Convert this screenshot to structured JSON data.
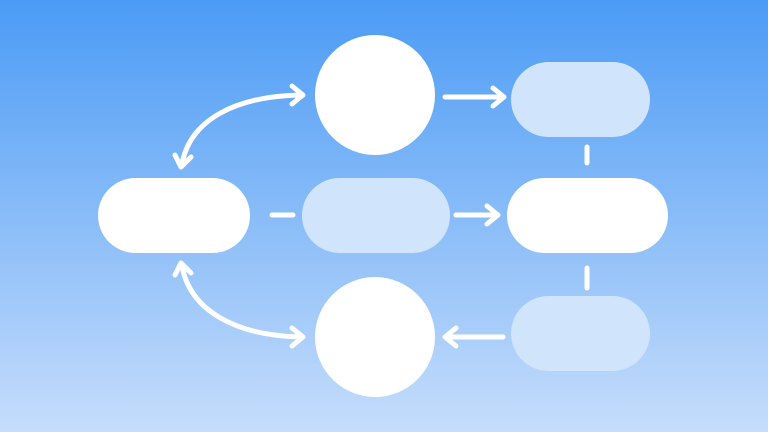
{
  "colors": {
    "background_top": "#4b9bf5",
    "background_bottom": "#c6ddfb",
    "node_primary": "#ffffff",
    "node_secondary": "#d0e4fb",
    "connector": "#ffffff"
  },
  "nodes": [
    {
      "id": "left-pill",
      "shape": "pill",
      "style": "primary"
    },
    {
      "id": "center-pill",
      "shape": "pill",
      "style": "secondary"
    },
    {
      "id": "right-pill",
      "shape": "pill",
      "style": "primary"
    },
    {
      "id": "top-circle",
      "shape": "circle",
      "style": "primary"
    },
    {
      "id": "bottom-circle",
      "shape": "circle",
      "style": "primary"
    },
    {
      "id": "top-right-pill",
      "shape": "pill",
      "style": "secondary"
    },
    {
      "id": "bottom-right-pill",
      "shape": "pill",
      "style": "secondary"
    }
  ],
  "edges": [
    {
      "from": "top-circle",
      "to": "left-pill",
      "type": "curved-double-arrow"
    },
    {
      "from": "left-pill",
      "to": "bottom-circle",
      "type": "curved-double-arrow"
    },
    {
      "from": "top-circle",
      "to": "top-right-pill",
      "type": "arrow"
    },
    {
      "from": "left-pill",
      "to": "center-pill",
      "type": "dash"
    },
    {
      "from": "center-pill",
      "to": "right-pill",
      "type": "arrow"
    },
    {
      "from": "top-right-pill",
      "to": "right-pill",
      "type": "dash"
    },
    {
      "from": "right-pill",
      "to": "bottom-right-pill",
      "type": "dash"
    },
    {
      "from": "bottom-right-pill",
      "to": "bottom-circle",
      "type": "arrow"
    }
  ]
}
